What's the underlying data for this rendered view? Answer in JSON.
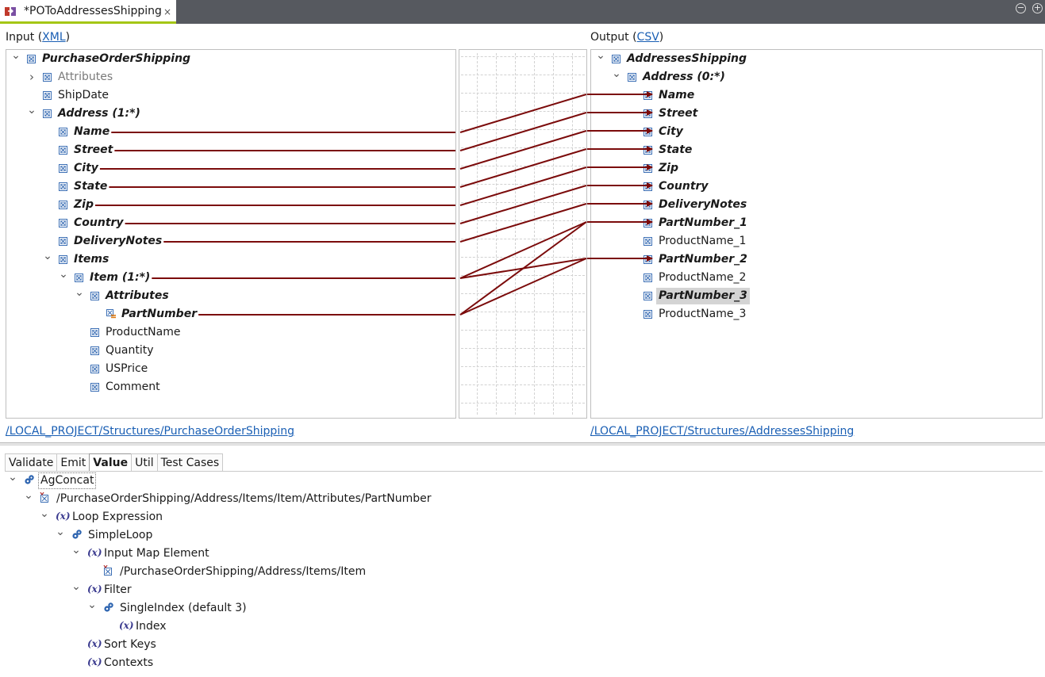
{
  "tab": {
    "title": "*POToAddressesShipping",
    "close_glyph": "×"
  },
  "window_controls": {
    "minimize": "−",
    "maximize": "+"
  },
  "input": {
    "label": "Input (",
    "format": "XML",
    "label_end": ")",
    "path": "/LOCAL_PROJECT/Structures/PurchaseOrderShipping",
    "tree": [
      {
        "name": "PurchaseOrderShipping",
        "level": 0,
        "twist": "open",
        "style": "bi"
      },
      {
        "name": "Attributes",
        "level": 1,
        "twist": "closed",
        "style": "gray"
      },
      {
        "name": "ShipDate",
        "level": 1,
        "twist": "none",
        "style": "normal"
      },
      {
        "name": "Address (1:*)",
        "level": 1,
        "twist": "open",
        "style": "bi"
      },
      {
        "name": "Name",
        "level": 2,
        "twist": "none",
        "style": "bi"
      },
      {
        "name": "Street",
        "level": 2,
        "twist": "none",
        "style": "bi"
      },
      {
        "name": "City",
        "level": 2,
        "twist": "none",
        "style": "bi"
      },
      {
        "name": "State",
        "level": 2,
        "twist": "none",
        "style": "bi"
      },
      {
        "name": "Zip",
        "level": 2,
        "twist": "none",
        "style": "bi"
      },
      {
        "name": "Country",
        "level": 2,
        "twist": "none",
        "style": "bi"
      },
      {
        "name": "DeliveryNotes",
        "level": 2,
        "twist": "none",
        "style": "bi"
      },
      {
        "name": "Items",
        "level": 2,
        "twist": "open",
        "style": "bi"
      },
      {
        "name": "Item (1:*)",
        "level": 3,
        "twist": "open",
        "style": "bi"
      },
      {
        "name": "Attributes",
        "level": 4,
        "twist": "open",
        "style": "bi"
      },
      {
        "name": "PartNumber",
        "level": 5,
        "twist": "none",
        "style": "bi",
        "icon": "attribute"
      },
      {
        "name": "ProductName",
        "level": 4,
        "twist": "none",
        "style": "normal"
      },
      {
        "name": "Quantity",
        "level": 4,
        "twist": "none",
        "style": "normal"
      },
      {
        "name": "USPrice",
        "level": 4,
        "twist": "none",
        "style": "normal"
      },
      {
        "name": "Comment",
        "level": 4,
        "twist": "none",
        "style": "normal"
      }
    ]
  },
  "output": {
    "label": "Output (",
    "format": "CSV",
    "label_end": ")",
    "path": "/LOCAL_PROJECT/Structures/AddressesShipping",
    "tree": [
      {
        "name": "AddressesShipping",
        "level": 0,
        "twist": "open",
        "style": "bi"
      },
      {
        "name": "Address (0:*)",
        "level": 1,
        "twist": "open",
        "style": "bi"
      },
      {
        "name": "Name",
        "level": 2,
        "twist": "none",
        "style": "bi",
        "mapped": true
      },
      {
        "name": "Street",
        "level": 2,
        "twist": "none",
        "style": "bi",
        "mapped": true
      },
      {
        "name": "City",
        "level": 2,
        "twist": "none",
        "style": "bi",
        "mapped": true
      },
      {
        "name": "State",
        "level": 2,
        "twist": "none",
        "style": "bi",
        "mapped": true
      },
      {
        "name": "Zip",
        "level": 2,
        "twist": "none",
        "style": "bi",
        "mapped": true
      },
      {
        "name": "Country",
        "level": 2,
        "twist": "none",
        "style": "bi",
        "mapped": true
      },
      {
        "name": "DeliveryNotes",
        "level": 2,
        "twist": "none",
        "style": "bi",
        "mapped": true
      },
      {
        "name": "PartNumber_1",
        "level": 2,
        "twist": "none",
        "style": "bi",
        "mapped": true
      },
      {
        "name": "ProductName_1",
        "level": 2,
        "twist": "none",
        "style": "normal"
      },
      {
        "name": "PartNumber_2",
        "level": 2,
        "twist": "none",
        "style": "bi",
        "mapped": true
      },
      {
        "name": "ProductName_2",
        "level": 2,
        "twist": "none",
        "style": "normal"
      },
      {
        "name": "PartNumber_3",
        "level": 2,
        "twist": "none",
        "style": "bi",
        "selected": true
      },
      {
        "name": "ProductName_3",
        "level": 2,
        "twist": "none",
        "style": "normal"
      }
    ]
  },
  "mappings": [
    {
      "from": "Name",
      "to": "Name"
    },
    {
      "from": "Street",
      "to": "Street"
    },
    {
      "from": "City",
      "to": "City"
    },
    {
      "from": "State",
      "to": "State"
    },
    {
      "from": "Zip",
      "to": "Zip"
    },
    {
      "from": "Country",
      "to": "Country"
    },
    {
      "from": "DeliveryNotes",
      "to": "DeliveryNotes"
    },
    {
      "from": "Item (1:*)",
      "to": "PartNumber_1"
    },
    {
      "from": "Item (1:*)",
      "to": "PartNumber_2"
    },
    {
      "from": "PartNumber",
      "to": "PartNumber_1"
    },
    {
      "from": "PartNumber",
      "to": "PartNumber_2"
    }
  ],
  "bottom_tabs": [
    "Validate",
    "Emit",
    "Value",
    "Util",
    "Test Cases"
  ],
  "active_bottom_tab": "Value",
  "value_tree": [
    {
      "name": "AgConcat",
      "level": 0,
      "twist": "open",
      "icon": "function",
      "boxed": true
    },
    {
      "name": "/PurchaseOrderShipping/Address/Items/Item/Attributes/PartNumber",
      "level": 1,
      "twist": "open",
      "icon": "map-ref"
    },
    {
      "name": "Loop Expression",
      "level": 2,
      "twist": "open",
      "icon": "variable"
    },
    {
      "name": "SimpleLoop",
      "level": 3,
      "twist": "open",
      "icon": "function"
    },
    {
      "name": "Input Map Element",
      "level": 4,
      "twist": "open",
      "icon": "variable"
    },
    {
      "name": "/PurchaseOrderShipping/Address/Items/Item",
      "level": 5,
      "twist": "none",
      "icon": "map-ref"
    },
    {
      "name": "Filter",
      "level": 4,
      "twist": "open",
      "icon": "variable"
    },
    {
      "name": "SingleIndex (default 3)",
      "level": 5,
      "twist": "open",
      "icon": "function"
    },
    {
      "name": "Index",
      "level": 6,
      "twist": "none",
      "icon": "variable"
    },
    {
      "name": "Sort Keys",
      "level": 4,
      "twist": "none",
      "icon": "variable"
    },
    {
      "name": "Contexts",
      "level": 4,
      "twist": "none",
      "icon": "variable"
    }
  ],
  "colors": {
    "tab_bar": "#56595f",
    "tab_accent": "#a4c615",
    "link": "#1a5fb4",
    "mapping_line": "#7b0b0b",
    "node_icon": "#3c6fb5",
    "selection": "#d4d4d4"
  }
}
